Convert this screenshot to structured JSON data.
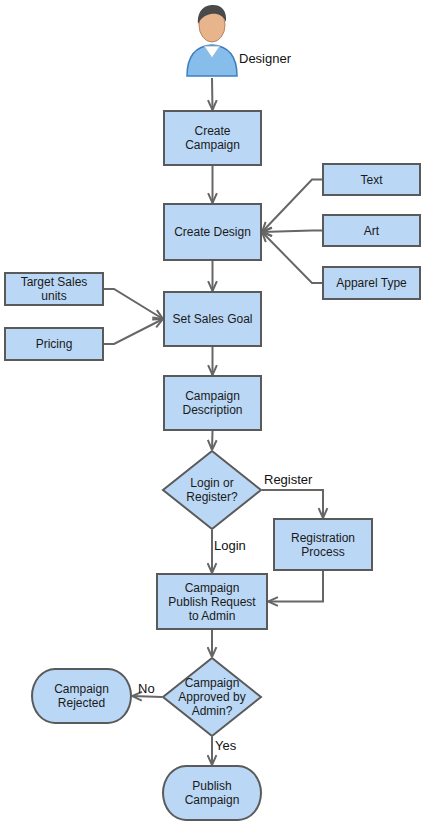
{
  "diagram": {
    "nodes": [
      {
        "text": [
          "Designer"
        ]
      },
      {
        "text": [
          "Create Campaign"
        ]
      },
      {
        "text": [
          "Create Design"
        ]
      },
      {
        "text": [
          "Text"
        ]
      },
      {
        "text": [
          "Art"
        ]
      },
      {
        "text": [
          "Apparel Type"
        ]
      },
      {
        "text": [
          "Target Sales units"
        ]
      },
      {
        "text": [
          "Pricing"
        ]
      },
      {
        "text": [
          "Set Sales Goal"
        ]
      },
      {
        "text": [
          "Campaign Description"
        ]
      },
      {
        "text": [
          "Login or Register?"
        ]
      },
      {
        "text": [
          "Registration Process"
        ]
      },
      {
        "text": [
          "Campaign Publish Request to Admin"
        ]
      },
      {
        "text": [
          "Campaign Approved by Admin?"
        ]
      },
      {
        "text": [
          "Campaign Rejected"
        ]
      },
      {
        "text": [
          "Publish Campaign"
        ]
      }
    ],
    "edges": [
      {
        "from": 0,
        "to": 1,
        "arrow": "to"
      },
      {
        "from": 1,
        "to": 2,
        "arrow": "to"
      },
      {
        "from": 3,
        "to": 2,
        "arrow": "to"
      },
      {
        "from": 4,
        "to": 2,
        "arrow": "to"
      },
      {
        "from": 5,
        "to": 2,
        "arrow": "to"
      },
      {
        "from": 2,
        "to": 8,
        "arrow": "to"
      },
      {
        "from": 6,
        "to": 8,
        "arrow": "to"
      },
      {
        "from": 7,
        "to": 8,
        "arrow": "to"
      },
      {
        "from": 8,
        "to": 9,
        "arrow": "to"
      },
      {
        "from": 9,
        "to": 10,
        "arrow": "to"
      },
      {
        "from": 10,
        "to": 11,
        "label": "Register",
        "arrow": "to"
      },
      {
        "from": 10,
        "to": 12,
        "label": "Login",
        "arrow": "to"
      },
      {
        "from": 11,
        "to": 12,
        "arrow": "to"
      },
      {
        "from": 12,
        "to": 13,
        "arrow": "to"
      },
      {
        "from": 13,
        "to": 14,
        "label": "No",
        "arrow": "to"
      },
      {
        "from": 13,
        "to": 15,
        "label": "Yes",
        "arrow": "to"
      }
    ]
  }
}
